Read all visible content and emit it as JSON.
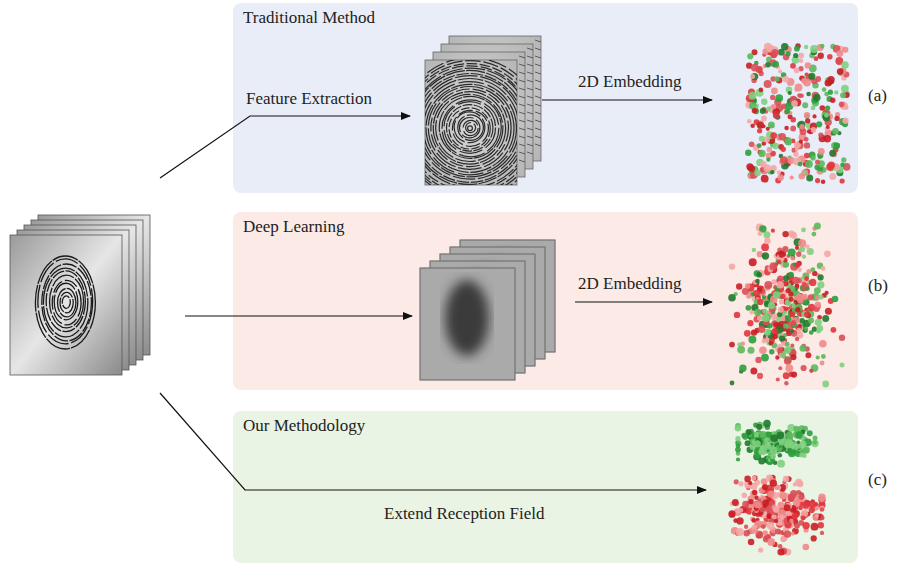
{
  "diagram": {
    "nodes": [
      {
        "text": [
          "Traditional Method"
        ]
      },
      {
        "text": [
          "Deep Learning"
        ]
      },
      {
        "text": [
          "Our Methodology"
        ]
      }
    ],
    "labels": [
      "Feature Extraction",
      "2D Embedding",
      "2D Embedding",
      "Extend Reception Field",
      "(a)",
      "(b)",
      "(c)"
    ]
  }
}
